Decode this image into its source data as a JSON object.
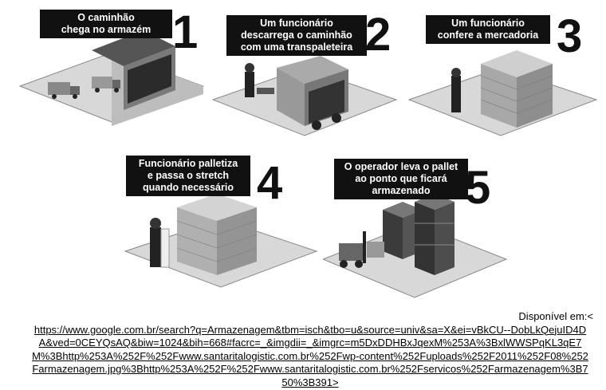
{
  "steps": [
    {
      "number": "1",
      "caption_lines": [
        "O caminhão",
        "chega no armazém"
      ]
    },
    {
      "number": "2",
      "caption_lines": [
        "Um funcionário",
        "descarrega o caminhão",
        "com uma transpaleteira"
      ]
    },
    {
      "number": "3",
      "caption_lines": [
        "Um funcionário",
        "confere a mercadoria"
      ]
    },
    {
      "number": "4",
      "caption_lines": [
        "Funcionário palletiza",
        "e passa o stretch",
        "quando necessário"
      ]
    },
    {
      "number": "5",
      "caption_lines": [
        "O operador leva o pallet",
        "ao ponto que ficará",
        "armazenado"
      ]
    }
  ],
  "source": {
    "label": "Disponível em:<",
    "url": "https://www.google.com.br/search?q=Armazenagem&tbm=isch&tbo=u&source=univ&sa=X&ei=vBkCU--DobLkQejuID4DA&ved=0CEYQsAQ&biw=1024&bih=668#facrc=_&imgdii=_&imgrc=m5DxDDHBxJqexM%253A%3BxlWWSPqKL3qE7M%3Bhttp%253A%252F%252Fwww.santaritalogistic.com.br%252Fwp-content%252Fuploads%252F2011%252F08%252Farmazenagem.jpg%3Bhttp%253A%252F%252Fwww.santaritalogistic.com.br%252Fservicos%252Farmazenagem%3B750%3B391>"
  }
}
